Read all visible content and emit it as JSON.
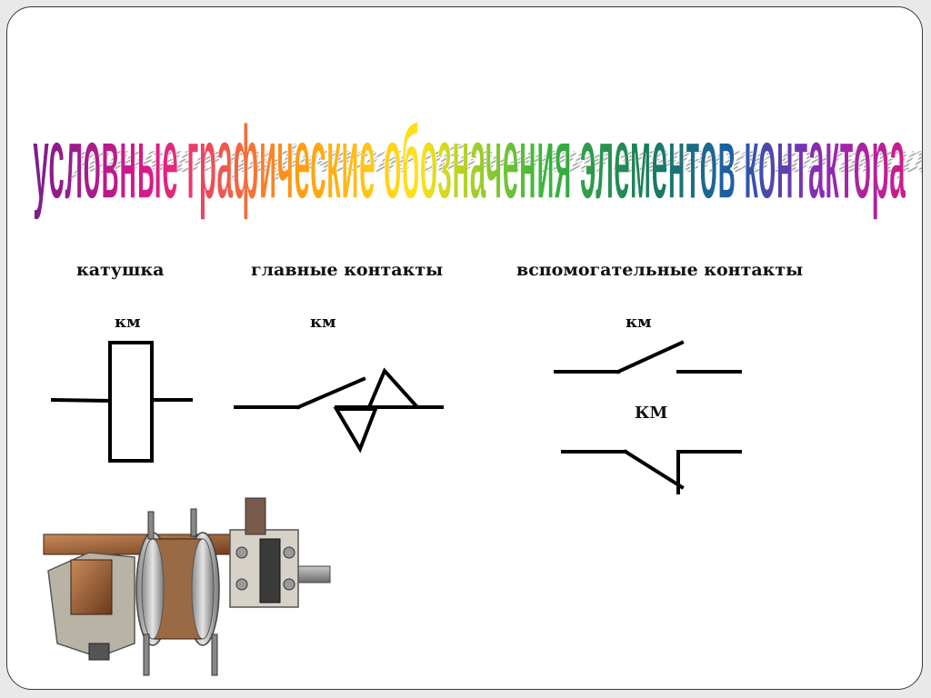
{
  "slide": {
    "title": "условные графические обозначения элементов контактора",
    "title_gradient": [
      "#7a1e8c",
      "#e0198a",
      "#ff9a10",
      "#ffe21a",
      "#3db83a",
      "#1a7f5a",
      "#1b5fa8",
      "#8a2bb5",
      "#d01b8a"
    ],
    "shadow_color": "#9a9a9a"
  },
  "labels": {
    "coil": "катушка",
    "main_contacts": "главные контакты",
    "aux_contacts": "вспомогательные контакты"
  },
  "designations": {
    "coil_km": "км",
    "main_km": "км",
    "aux_no_km": "км",
    "aux_nc_km": "КМ"
  },
  "colors": {
    "line": "#000000",
    "border": "#3a3a3a"
  }
}
